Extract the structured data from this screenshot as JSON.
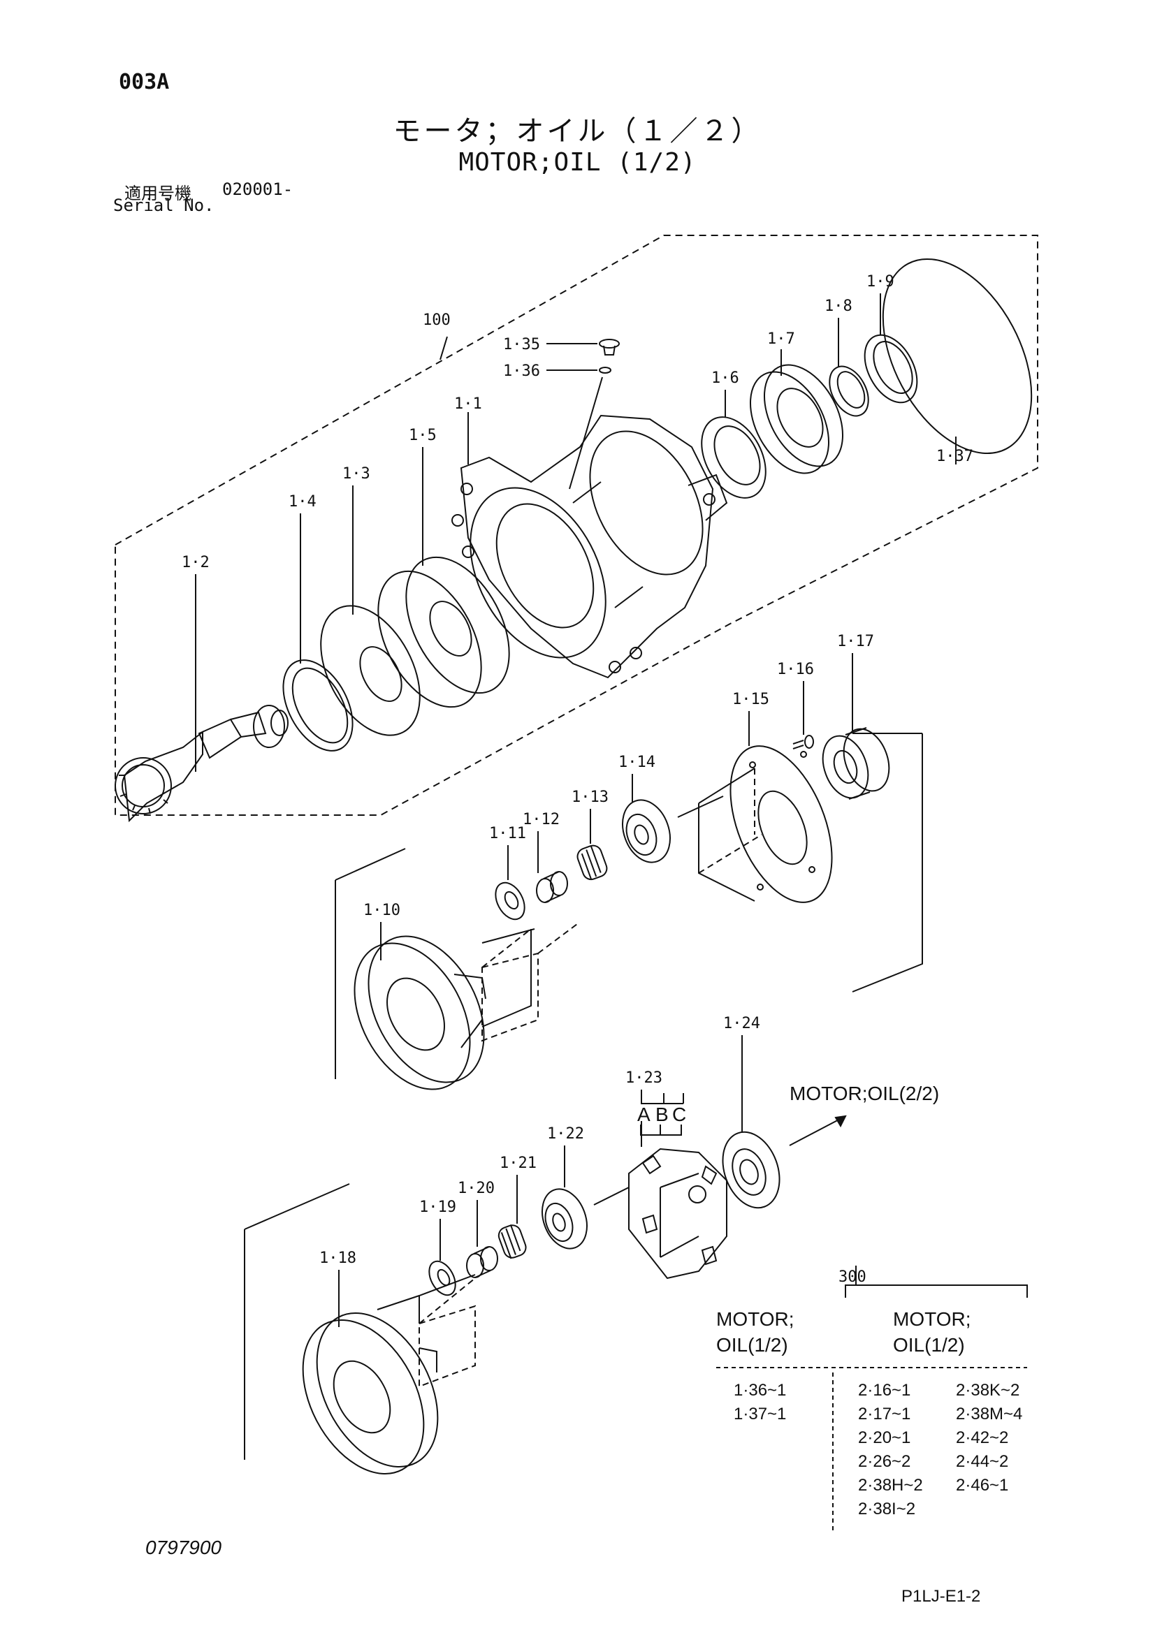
{
  "header": {
    "page_code": "003A",
    "title_jp": "モータ；オイル（１／２）",
    "title_en": "MOTOR;OIL (1/2)",
    "serial_label_jp": "適用号機",
    "serial_value": "020001-",
    "serial_label_en": "Serial No."
  },
  "diagram": {
    "assembly_labels": {
      "group_100": "100",
      "group_300": "300"
    },
    "parts": {
      "p1_1": "1·1",
      "p1_2": "1·2",
      "p1_3": "1·3",
      "p1_4": "1·4",
      "p1_5": "1·5",
      "p1_6": "1·6",
      "p1_7": "1·7",
      "p1_8": "1·8",
      "p1_9": "1·9",
      "p1_10": "1·10",
      "p1_11": "1·11",
      "p1_12": "1·12",
      "p1_13": "1·13",
      "p1_14": "1·14",
      "p1_15": "1·15",
      "p1_16": "1·16",
      "p1_17": "1·17",
      "p1_18": "1·18",
      "p1_19": "1·19",
      "p1_20": "1·20",
      "p1_21": "1·21",
      "p1_22": "1·22",
      "p1_23": "1·23",
      "p1_24": "1·24",
      "p1_35": "1·35",
      "p1_36": "1·36",
      "p1_37": "1·37"
    },
    "variants": {
      "a": "A",
      "b": "B",
      "c": "C"
    },
    "continuation_ref": "MOTOR;OIL(2/2)"
  },
  "kit_table": {
    "left_header_1": "MOTOR;",
    "left_header_2": "OIL(1/2)",
    "right_header_1": "MOTOR;",
    "right_header_2": "OIL(1/2)",
    "left_items": [
      "1·36~1",
      "1·37~1"
    ],
    "right_col1": [
      "2·16~1",
      "2·17~1",
      "2·20~1",
      "2·26~2",
      "2·38H~2",
      "2·38I~2"
    ],
    "right_col2": [
      "2·38K~2",
      "2·38M~4",
      "2·42~2",
      "2·44~2",
      "2·46~1"
    ]
  },
  "footer": {
    "document_number": "0797900",
    "drawing_code": "P1LJ-E1-2"
  }
}
